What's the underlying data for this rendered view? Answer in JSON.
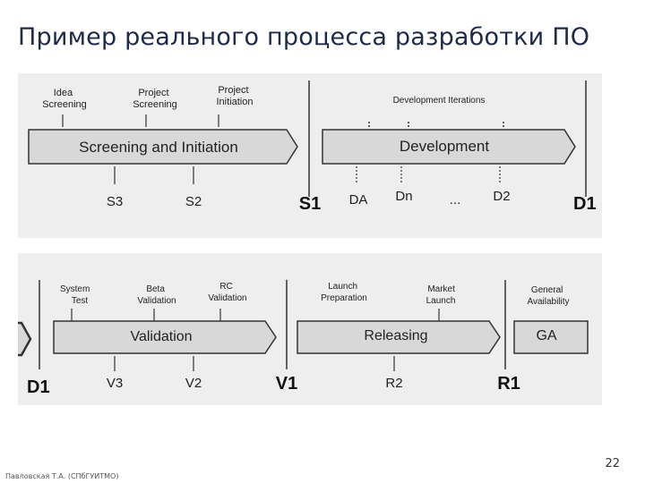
{
  "slide": {
    "title": "Пример реального процесса разработки ПО",
    "footer": "Павловская Т.А. (СПбГУИТМО)",
    "page_number": "22"
  },
  "top_diagram": {
    "milestones_above": {
      "idea": [
        "Idea",
        "Screening"
      ],
      "project_screening": [
        "Project",
        "Screening"
      ],
      "project_initiation": [
        "Project",
        "Initiation"
      ],
      "dev_iterations": "Development Iterations"
    },
    "phase_labels": {
      "screening": "Screening and Initiation",
      "development": "Development"
    },
    "gates_below": {
      "s3": "S3",
      "s2": "S2",
      "s1": "S1",
      "da": "DA",
      "dn": "Dn",
      "ellipsis": "...",
      "d2": "D2",
      "d1": "D1"
    }
  },
  "bottom_diagram": {
    "milestones_above": {
      "system_test": [
        "System",
        "Test"
      ],
      "beta_validation": [
        "Beta",
        "Validation"
      ],
      "rc_validation": [
        "RC",
        "Validation"
      ],
      "launch_prep": [
        "Launch",
        "Preparation"
      ],
      "market_launch": [
        "Market",
        "Launch"
      ],
      "general_availability": [
        "General",
        "Availability"
      ]
    },
    "phase_labels": {
      "validation": "Validation",
      "releasing": "Releasing",
      "ga": "GA"
    },
    "gates_below": {
      "d1": "D1",
      "v3": "V3",
      "v2": "V2",
      "v1": "V1",
      "r2": "R2",
      "r1": "R1"
    }
  },
  "colors": {
    "panel_bg": "#eeeeee",
    "phase_fill": "#d8d8d8",
    "stroke": "#333333",
    "title_color": "#1f2a4a"
  }
}
